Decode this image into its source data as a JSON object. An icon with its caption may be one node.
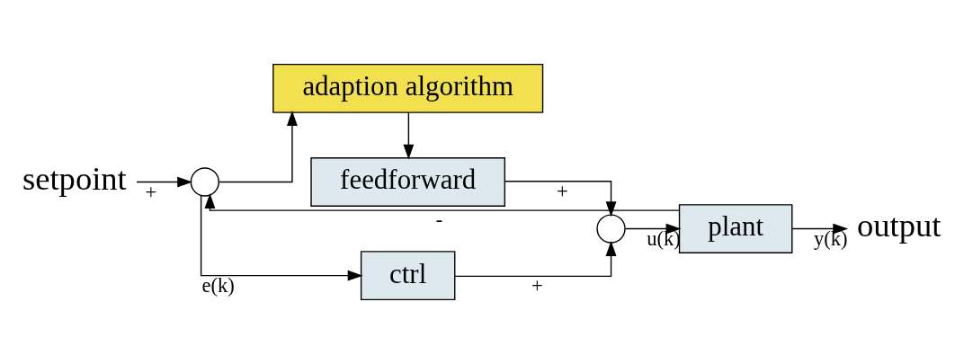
{
  "diagram": {
    "nodes": [
      {
        "text": [
          "adaption algorithm"
        ]
      },
      {
        "text": [
          "feedforward"
        ]
      },
      {
        "text": [
          "setpoint"
        ]
      },
      {
        "text": [],
        "shape": "circle"
      },
      {
        "text": [
          "ctrl"
        ]
      },
      {
        "text": [],
        "shape": "circle"
      },
      {
        "text": [
          "plant"
        ]
      },
      {
        "text": [
          "output"
        ]
      }
    ],
    "edges": [
      {
        "from": 2,
        "to": 3,
        "arrow": "to",
        "label": "+"
      },
      {
        "from": 3,
        "to": 4,
        "arrow": "to",
        "label": "e(k)"
      },
      {
        "from": 3,
        "to": 0,
        "arrow": "to"
      },
      {
        "from": 0,
        "to": 1,
        "arrow": "to"
      },
      {
        "from": 1,
        "to": 5,
        "arrow": "to",
        "label": "+"
      },
      {
        "from": 4,
        "to": 5,
        "arrow": "to",
        "label": "+"
      },
      {
        "from": 5,
        "to": 6,
        "arrow": "to",
        "label": "u(k)"
      },
      {
        "from": 6,
        "to": 7,
        "arrow": "to",
        "label": "y(k)"
      },
      {
        "from": 6,
        "to": 3,
        "arrow": "to",
        "label": "-"
      }
    ]
  }
}
